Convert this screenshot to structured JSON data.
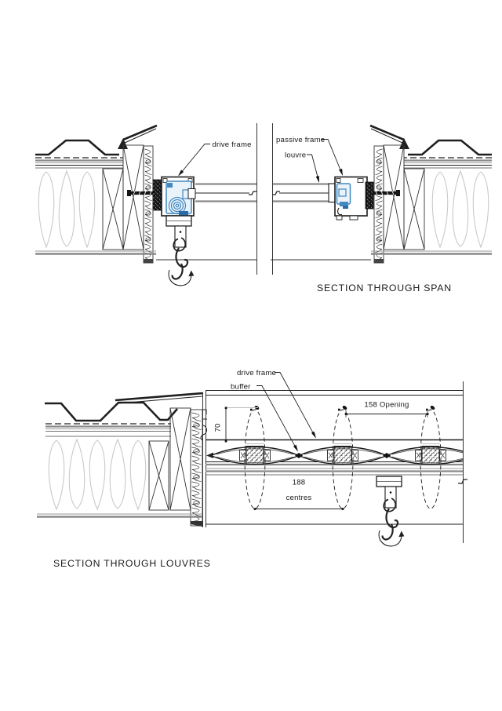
{
  "colors": {
    "line": "#1f1f1f",
    "gray": "#8a8a8a",
    "light_gray": "#c9c9c9",
    "accent_blue": "#4189c0",
    "accent_blue_dark": "#2a6da6",
    "accent_blue_fill": "#eaf2fa"
  },
  "section_span": {
    "title": "SECTION THROUGH SPAN",
    "labels": {
      "drive_frame": "drive frame",
      "passive_frame": "passive frame",
      "louvre": "louvre"
    }
  },
  "section_louvres": {
    "title": "SECTION THROUGH LOUVRES",
    "labels": {
      "drive_frame": "drive frame",
      "buffer": "buffer"
    },
    "dimensions": {
      "upstand": "70",
      "opening": "158 Opening",
      "centres_value": "188",
      "centres_word": "centres"
    }
  }
}
